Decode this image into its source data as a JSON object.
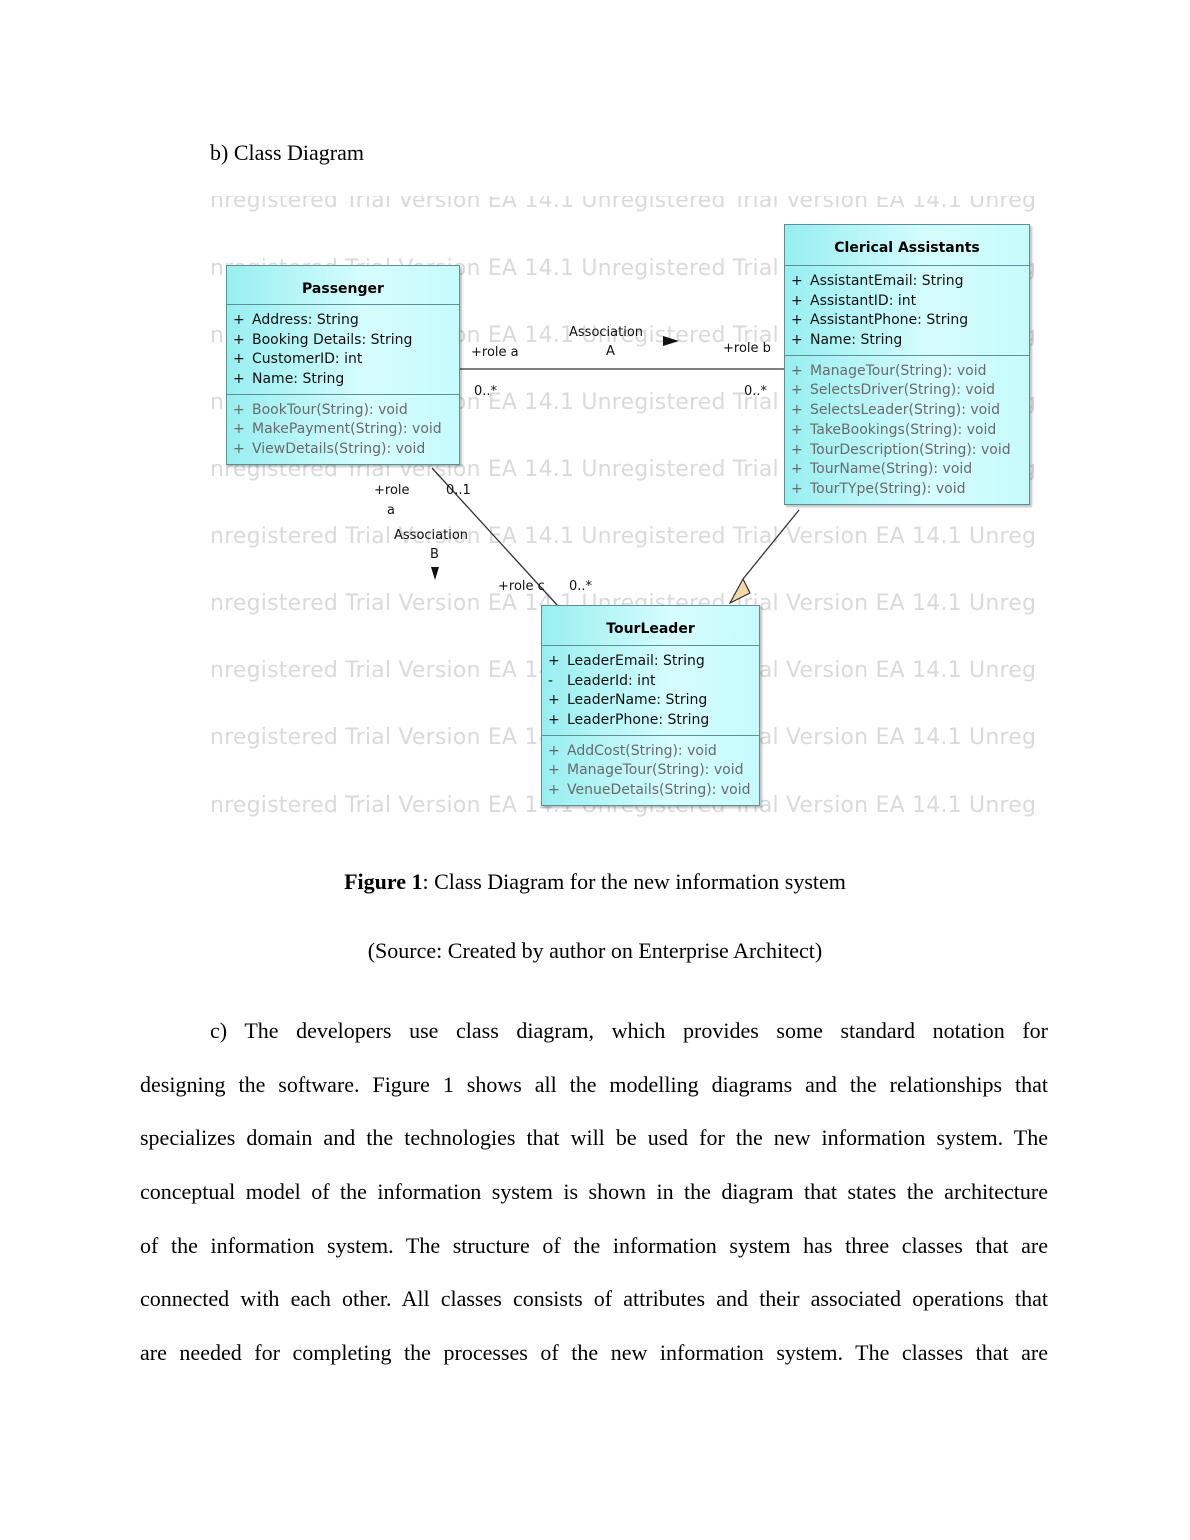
{
  "section_heading": "b) Class Diagram",
  "diagram": {
    "watermark_text": "nregistered Trial Version  EA 14.1 Unregistered Trial Version  EA 14.1 Unreg",
    "classes": {
      "passenger": {
        "name": "Passenger",
        "attributes": [
          {
            "vis": "+",
            "text": "Address: String"
          },
          {
            "vis": "+",
            "text": "Booking Details: String"
          },
          {
            "vis": "+",
            "text": "CustomerID: int"
          },
          {
            "vis": "+",
            "text": "Name: String"
          }
        ],
        "operations": [
          {
            "vis": "+",
            "text": "BookTour(String): void"
          },
          {
            "vis": "+",
            "text": "MakePayment(String): void"
          },
          {
            "vis": "+",
            "text": "ViewDetails(String): void"
          }
        ]
      },
      "clerical": {
        "name": "Clerical Assistants",
        "attributes": [
          {
            "vis": "+",
            "text": "AssistantEmail: String"
          },
          {
            "vis": "+",
            "text": "AssistantID: int"
          },
          {
            "vis": "+",
            "text": "AssistantPhone: String"
          },
          {
            "vis": "+",
            "text": "Name: String"
          }
        ],
        "operations": [
          {
            "vis": "+",
            "text": "ManageTour(String): void"
          },
          {
            "vis": "+",
            "text": "SelectsDriver(String): void"
          },
          {
            "vis": "+",
            "text": "SelectsLeader(String): void"
          },
          {
            "vis": "+",
            "text": "TakeBookings(String): void"
          },
          {
            "vis": "+",
            "text": "TourDescription(String): void"
          },
          {
            "vis": "+",
            "text": "TourName(String): void"
          },
          {
            "vis": "+",
            "text": "TourTYpe(String): void"
          }
        ]
      },
      "tourleader": {
        "name": "TourLeader",
        "attributes": [
          {
            "vis": "+",
            "text": "LeaderEmail: String"
          },
          {
            "vis": "-",
            "text": "LeaderId: int"
          },
          {
            "vis": "+",
            "text": "LeaderName: String"
          },
          {
            "vis": "+",
            "text": "LeaderPhone: String"
          }
        ],
        "operations": [
          {
            "vis": "+",
            "text": "AddCost(String): void"
          },
          {
            "vis": "+",
            "text": "ManageTour(String): void"
          },
          {
            "vis": "+",
            "text": "VenueDetails(String): void"
          }
        ]
      }
    },
    "labels": {
      "assoc_a_name": "Association",
      "assoc_a_letter": "A",
      "role_a_top": "+role a",
      "role_b": "+role b",
      "mult_a_left": "0..*",
      "mult_a_right": "0..*",
      "role_a_lower_1": "+role",
      "role_a_lower_2": "a",
      "mult_b_top": "0..1",
      "assoc_b_name": "Association",
      "assoc_b_letter": "B",
      "role_c": "+role c",
      "mult_b_bottom": "0..*"
    },
    "colors": {
      "class_fill": "#c8fbfc",
      "class_border": "#5c8f98",
      "generalization_fill": "#f6d8a8"
    }
  },
  "caption": {
    "label": "Figure 1",
    "text": ": Class Diagram for the new information system",
    "source": "(Source: Created by author on Enterprise Architect)"
  },
  "body_lines": [
    "c) The developers use class diagram, which provides some standard notation for",
    "designing the software. Figure 1 shows all the modelling diagrams and the relationships that",
    "specializes domain and the technologies that will be used for the new information system. The",
    "conceptual model of the information system is shown in the diagram that states the architecture",
    "of the information system. The structure of the information system has three classes that are",
    "connected with each other. All classes consists of attributes and their associated operations that",
    "are needed for completing the processes of the new information system. The classes that are"
  ]
}
